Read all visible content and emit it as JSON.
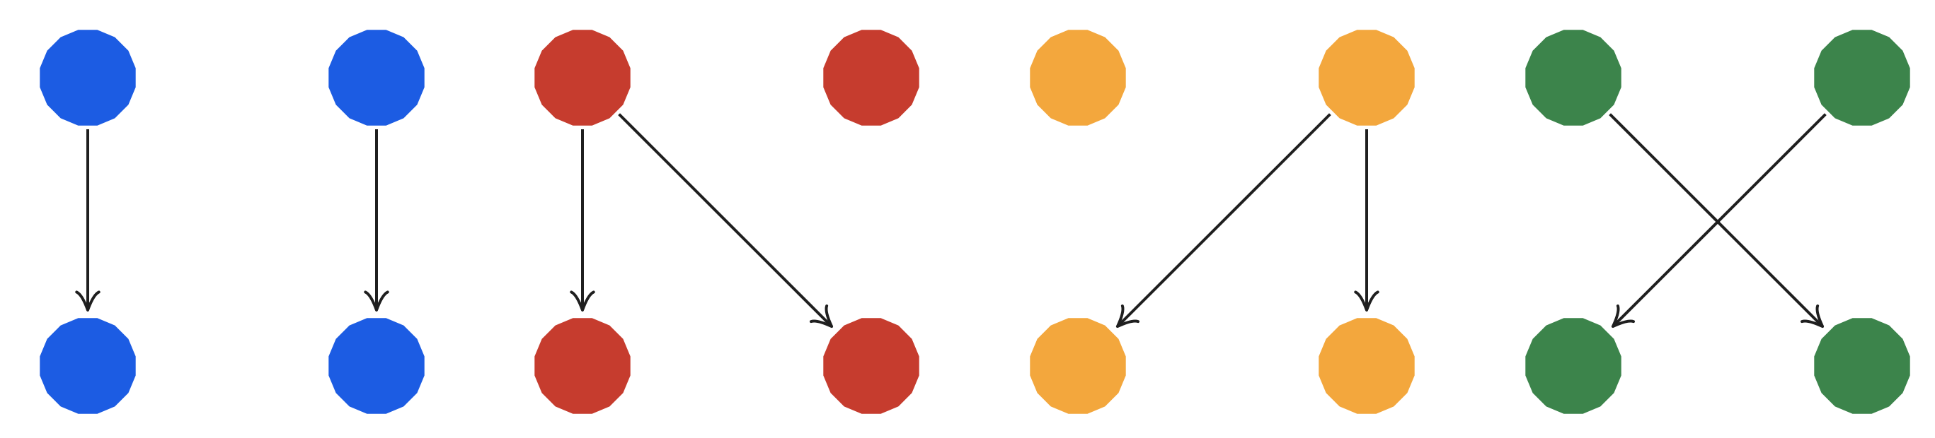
{
  "colors": {
    "blue": "#1c5ce3",
    "red": "#c63c2e",
    "orange": "#f3a73d",
    "green": "#3c844b",
    "edge": "#1f1f1f",
    "background": "#ffffff"
  },
  "groups": [
    {
      "name": "blue",
      "color": "blue",
      "nodes": [
        "top-left",
        "top-right",
        "bottom-left",
        "bottom-right"
      ],
      "edges": [
        {
          "from": "top-left",
          "to": "bottom-left"
        },
        {
          "from": "top-right",
          "to": "bottom-right"
        }
      ]
    },
    {
      "name": "red",
      "color": "red",
      "nodes": [
        "top-left",
        "top-right",
        "bottom-left",
        "bottom-right"
      ],
      "edges": [
        {
          "from": "top-left",
          "to": "bottom-left"
        },
        {
          "from": "top-left",
          "to": "bottom-right"
        }
      ]
    },
    {
      "name": "orange",
      "color": "orange",
      "nodes": [
        "top-left",
        "top-right",
        "bottom-left",
        "bottom-right"
      ],
      "edges": [
        {
          "from": "top-right",
          "to": "bottom-left"
        },
        {
          "from": "top-right",
          "to": "bottom-right"
        }
      ]
    },
    {
      "name": "green",
      "color": "green",
      "nodes": [
        "top-left",
        "top-right",
        "bottom-left",
        "bottom-right"
      ],
      "edges": [
        {
          "from": "top-left",
          "to": "bottom-right"
        },
        {
          "from": "top-right",
          "to": "bottom-left"
        }
      ]
    }
  ]
}
